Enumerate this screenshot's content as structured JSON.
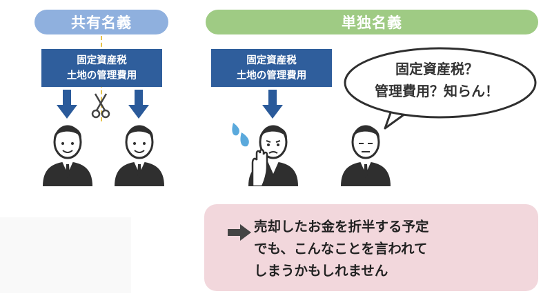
{
  "left_panel": {
    "title": "共有名義",
    "tax_box": [
      "固定資産税",
      "土地の管理費用"
    ]
  },
  "right_panel": {
    "title": "単独名義",
    "tax_box": [
      "固定資産税",
      "土地の管理費用"
    ],
    "speech_bubble": [
      "固定資産税？",
      "管理費用？知らん！"
    ]
  },
  "note": {
    "lines": [
      "売却したお金を折半する予定",
      "でも、こんなことを言われて",
      "しまうかもしれません"
    ]
  },
  "colors": {
    "left_header": "#8fb0de",
    "right_header": "#9fcb84",
    "tax_box": "#2f5e9c",
    "arrow": "#2a5a9a",
    "note_bg": "#f2d7dc",
    "cut_line": "#e6c24a"
  }
}
